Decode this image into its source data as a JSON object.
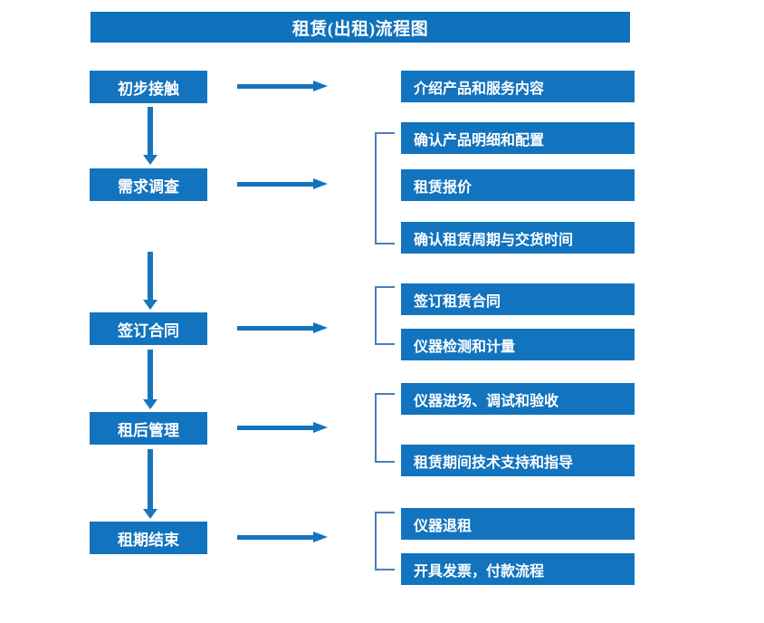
{
  "chart_data": {
    "type": "diagram",
    "title": "租赁(出租)流程图",
    "diagram_kind": "flowchart",
    "orientation": "vertical-stages-with-horizontal-details",
    "stage_count": 5,
    "detail_count": 11
  },
  "header": {
    "title": "租赁(出租)流程图",
    "background_color": "#0E72BC",
    "text_color": "#FFFFFF"
  },
  "theme": {
    "box_fill": "#1273BE",
    "box_text": "#FFFFFF",
    "arrow_color": "#1B75BB",
    "bracket_color": "#4A7EBB",
    "page_background": "#FFFFFF"
  },
  "stages": [
    {
      "id": "stage-1",
      "label": "初步接触"
    },
    {
      "id": "stage-2",
      "label": "需求调查"
    },
    {
      "id": "stage-3",
      "label": "签订合同"
    },
    {
      "id": "stage-4",
      "label": "租后管理"
    },
    {
      "id": "stage-5",
      "label": "租期结束"
    }
  ],
  "details": [
    {
      "id": "detail-1",
      "label": "介绍产品和服务内容",
      "stage": "stage-1"
    },
    {
      "id": "detail-2",
      "label": "确认产品明细和配置",
      "stage": "stage-2"
    },
    {
      "id": "detail-3",
      "label": "租赁报价",
      "stage": "stage-2"
    },
    {
      "id": "detail-4",
      "label": "确认租赁周期与交货时间",
      "stage": "stage-2"
    },
    {
      "id": "detail-5",
      "label": "签订租赁合同",
      "stage": "stage-3"
    },
    {
      "id": "detail-6",
      "label": "仪器检测和计量",
      "stage": "stage-3"
    },
    {
      "id": "detail-7",
      "label": "仪器进场、调试和验收",
      "stage": "stage-4"
    },
    {
      "id": "detail-8",
      "label": "租赁期间技术支持和指导",
      "stage": "stage-4"
    },
    {
      "id": "detail-9",
      "label": "仪器退租",
      "stage": "stage-5"
    },
    {
      "id": "detail-10",
      "label": "开具发票，付款流程",
      "stage": "stage-5"
    }
  ],
  "connectors": {
    "horizontal_arrow_count": 5,
    "vertical_arrow_count": 4,
    "bracket_count": 4
  }
}
